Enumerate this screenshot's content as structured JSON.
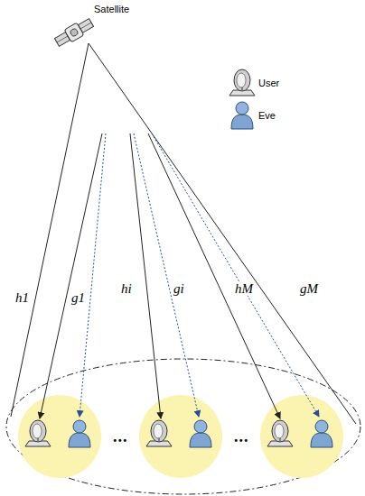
{
  "diagram": {
    "labels": [
      "Satellite",
      "h1",
      "g1",
      "hi",
      "gi",
      "hM",
      "gM",
      "...",
      "..."
    ],
    "legend": [
      {
        "text": "User"
      },
      {
        "text": "Eve"
      }
    ]
  }
}
